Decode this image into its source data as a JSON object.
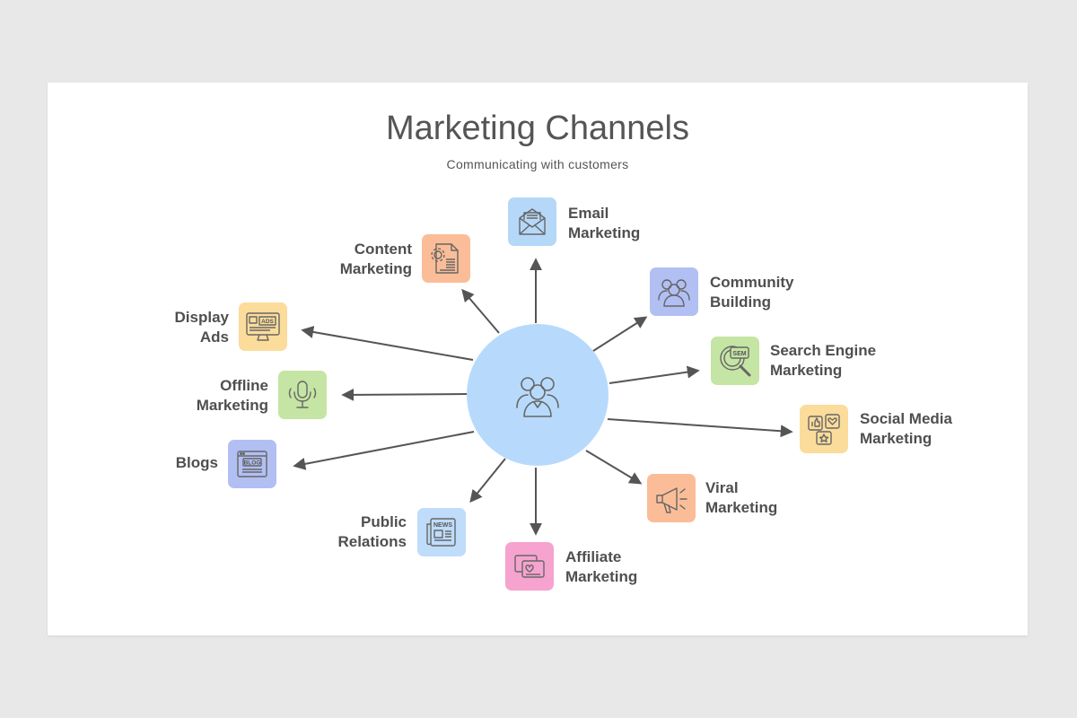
{
  "title": "Marketing Channels",
  "subtitle": "Communicating  with  customers",
  "hub": {
    "icon": "team-icon",
    "color": "#b7dafc"
  },
  "channels": [
    {
      "id": "email",
      "line1": "Email",
      "line2": "Marketing",
      "icon": "email-icon",
      "color": "#b5d8f9"
    },
    {
      "id": "community",
      "line1": "Community",
      "line2": "Building",
      "icon": "community-icon",
      "color": "#b2bff3"
    },
    {
      "id": "sem",
      "line1": "Search Engine",
      "line2": "Marketing",
      "icon": "sem-icon",
      "color": "#c5e5a4",
      "icon_text": "SEM"
    },
    {
      "id": "social",
      "line1": "Social Media",
      "line2": "Marketing",
      "icon": "social-media-icon",
      "color": "#fbdc9b"
    },
    {
      "id": "viral",
      "line1": "Viral",
      "line2": "Marketing",
      "icon": "megaphone-icon",
      "color": "#fbbd98"
    },
    {
      "id": "affiliate",
      "line1": "Affiliate",
      "line2": "Marketing",
      "icon": "affiliate-icon",
      "color": "#f6a3cf"
    },
    {
      "id": "pr",
      "line1": "Public",
      "line2": "Relations",
      "icon": "newspaper-icon",
      "color": "#bfdcfb",
      "icon_text": "NEWS"
    },
    {
      "id": "blogs",
      "line1": "Blogs",
      "line2": "",
      "icon": "blog-icon",
      "color": "#b2bff3",
      "icon_text": "BLOG"
    },
    {
      "id": "offline",
      "line1": "Offline",
      "line2": "Marketing",
      "icon": "microphone-icon",
      "color": "#c5e5a4"
    },
    {
      "id": "display",
      "line1": "Display",
      "line2": "Ads",
      "icon": "display-ads-icon",
      "color": "#fbdc9b",
      "icon_text": "ADS"
    },
    {
      "id": "content",
      "line1": "Content",
      "line2": "Marketing",
      "icon": "content-document-icon",
      "color": "#fbbd98"
    }
  ]
}
